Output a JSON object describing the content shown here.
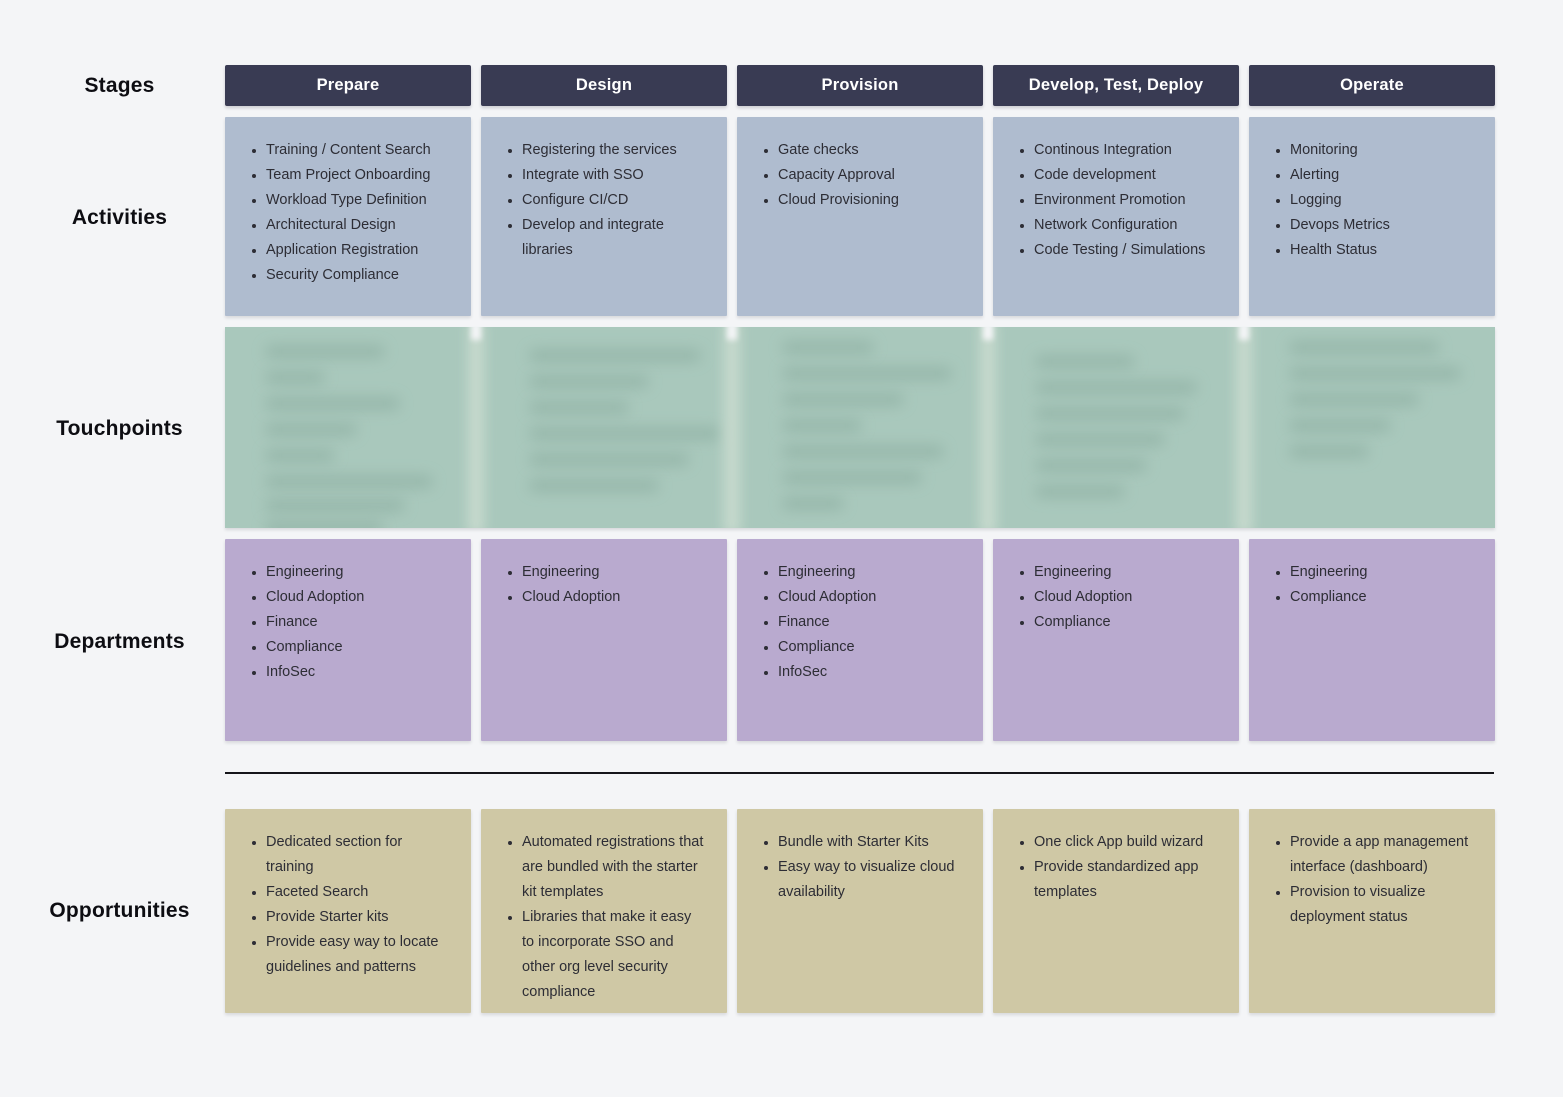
{
  "row_labels": {
    "stages": "Stages",
    "activities": "Activities",
    "touchpoints": "Touchpoints",
    "departments": "Departments",
    "opportunities": "Opportunities"
  },
  "stages": [
    "Prepare",
    "Design",
    "Provision",
    "Develop, Test, Deploy",
    "Operate"
  ],
  "activities": [
    [
      "Training / Content Search",
      "Team Project Onboarding",
      "Workload Type Definition",
      "Architectural Design",
      "Application Registration",
      "Security Compliance"
    ],
    [
      "Registering the services",
      "Integrate with SSO",
      "Configure CI/CD",
      "Develop and integrate libraries"
    ],
    [
      "Gate checks",
      "Capacity Approval",
      "Cloud Provisioning"
    ],
    [
      "Continous Integration",
      "Code development",
      "Environment Promotion",
      "Network Configuration",
      "Code Testing / Simulations"
    ],
    [
      "Monitoring",
      "Alerting",
      "Logging",
      "Devops Metrics",
      "Health Status"
    ]
  ],
  "touchpoints": {
    "content_blurred": true
  },
  "departments": [
    [
      "Engineering",
      "Cloud Adoption",
      "Finance",
      "Compliance",
      "InfoSec"
    ],
    [
      "Engineering",
      "Cloud Adoption"
    ],
    [
      "Engineering",
      "Cloud Adoption",
      "Finance",
      "Compliance",
      "InfoSec"
    ],
    [
      "Engineering",
      "Cloud Adoption",
      "Compliance"
    ],
    [
      "Engineering",
      "Compliance"
    ]
  ],
  "opportunities": [
    [
      "Dedicated section for training",
      "Faceted Search",
      "Provide Starter kits",
      "Provide easy way to locate guidelines and patterns"
    ],
    [
      "Automated registrations that are bundled with the starter kit templates",
      "Libraries that make it easy to incorporate SSO and other org level security compliance"
    ],
    [
      "Bundle with Starter Kits",
      "Easy way to visualize cloud availability"
    ],
    [
      "One click App build wizard",
      "Provide standardized app templates"
    ],
    [
      "Provide a app management interface (dashboard)",
      "Provision to visualize deployment status"
    ]
  ],
  "colors": {
    "background": "#f4f5f7",
    "header": "#393b53",
    "activities": "#afbccf",
    "touchpoints": "#a9c8bc",
    "departments": "#b9aacf",
    "opportunities": "#cfc8a5",
    "text": "#2d2d35",
    "label": "#0d0d12"
  }
}
